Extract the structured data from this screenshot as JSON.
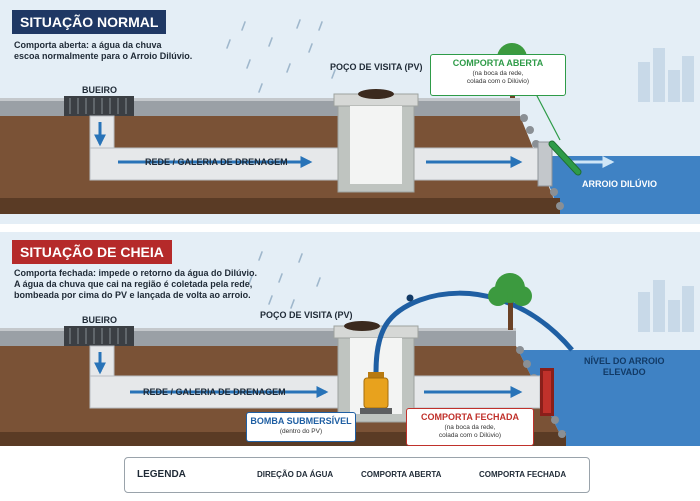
{
  "colors": {
    "sky": "#e4eef6",
    "soil": "#7a5236",
    "soil_dark": "#5a3b25",
    "road": "#9aa0a6",
    "pipe": "#e6e8ea",
    "water": "#3f82c4",
    "water_dark": "#2f6eac",
    "arrow": "#2873b8",
    "navy": "#1f3864",
    "red_title": "#b52a2a",
    "green_gate": "#2e9b48",
    "red_gate": "#c0312b",
    "pump": "#e8a21d",
    "hose": "#1f5fa3",
    "tree": "#3c9a3f",
    "trunk": "#6b4226"
  },
  "icons": [
    "rain-drops",
    "grate-icon",
    "manhole-cover-icon",
    "tree-icon",
    "building-icon",
    "pump-icon",
    "hose-icon",
    "arrow-icon",
    "gate-open-icon",
    "gate-closed-icon"
  ],
  "normal": {
    "title": "SITUAÇÃO NORMAL",
    "description": "Comporta aberta: a água da chuva\nescoa normalmente para o Arroio Dilúvio.",
    "bueiro": "BUEIRO",
    "pv": "POÇO DE VISITA (PV)",
    "rede": "REDE / GALERIA DE DRENAGEM",
    "gate_title": "COMPORTA ABERTA",
    "gate_sub": "(na boca da rede,\ncolada com o Dilúvio)",
    "river": "ARROIO DILÚVIO"
  },
  "flood": {
    "title": "SITUAÇÃO DE CHEIA",
    "description": "Comporta fechada: impede o retorno da água do Dilúvio.\nA água da chuva que cai na região é coletada pela rede,\nbombeada por cima do PV e lançada de volta ao arroio.",
    "bueiro": "BUEIRO",
    "pv": "POÇO DE VISITA (PV)",
    "rede": "REDE / GALERIA DE DRENAGEM",
    "pump_title": "BOMBA SUBMERSÍVEL",
    "pump_sub": "(dentro do PV)",
    "gate_title": "COMPORTA FECHADA",
    "gate_sub": "(na boca da rede,\ncolada com o Dilúvio)",
    "river": "NÍVEL DO ARROIO\nELEVADO"
  },
  "legend": {
    "title": "LEGENDA",
    "water": "DIREÇÃO DA ÁGUA",
    "open": "COMPORTA ABERTA",
    "closed": "COMPORTA FECHADA"
  }
}
